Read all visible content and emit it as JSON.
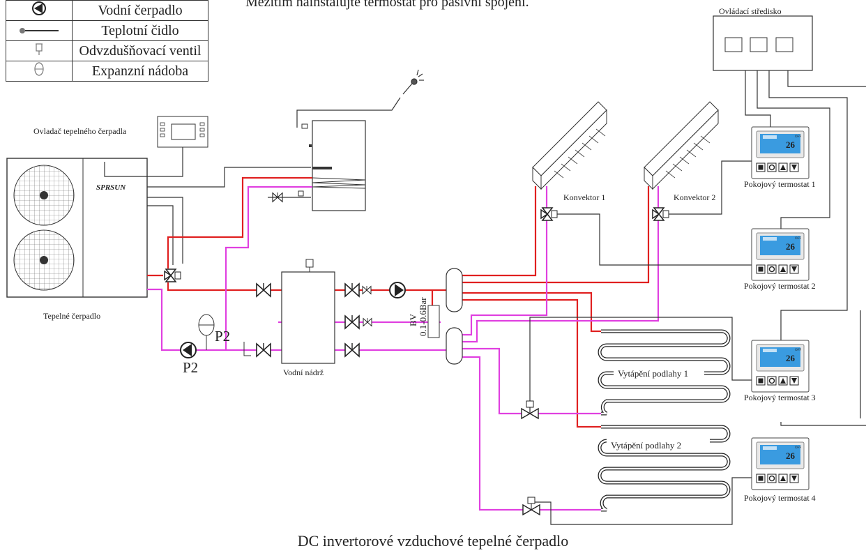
{
  "top_note": "Mezitím nainstalujte termostat pro pasivní spojení.",
  "caption": "DC invertorové vzduchové tepelné čerpadlo",
  "legend": [
    {
      "icon": "pump-icon",
      "label": "Vodní čerpadlo"
    },
    {
      "icon": "temperature-sensor-icon",
      "label": "Teplotní čidlo"
    },
    {
      "icon": "air-vent-valve-icon",
      "label": "Odvzdušňovací ventil"
    },
    {
      "icon": "expansion-vessel-icon",
      "label": "Expanzní nádoba"
    }
  ],
  "labels": {
    "control_center": "Ovládací středisko",
    "hp_controller": "Ovladač tepelného čerpadla",
    "heat_pump": "Tepelné čerpadlo",
    "heat_pump_brand": "SPRSUN",
    "water_tank": "Vodní nádrž",
    "pump_p2_a": "P2",
    "pump_p2_b": "P2",
    "bv_line1": "BV",
    "bv_line2": "0.1-0.6Bar",
    "convector1": "Konvektor 1",
    "convector2": "Konvektor 2",
    "floor1": "Vytápění podlahy 1",
    "floor2": "Vytápění podlahy 2",
    "thermostat1": "Pokojový termostat 1",
    "thermostat2": "Pokojový termostat 2",
    "thermostat3": "Pokojový termostat 3",
    "thermostat4": "Pokojový termostat 4",
    "thermostat_temp": "26",
    "thermostat_status": "OFF"
  },
  "colors": {
    "hot_line": "#e02020",
    "return_line": "#e040e0",
    "wire": "#333333",
    "lcd": "#3a9be0"
  }
}
